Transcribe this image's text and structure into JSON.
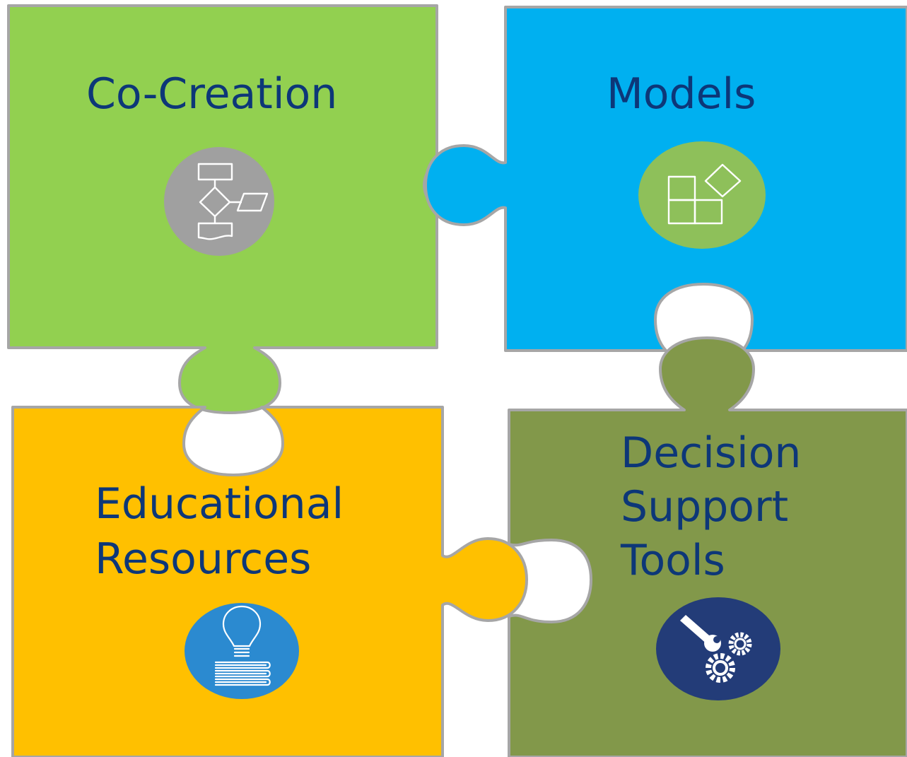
{
  "pieces": {
    "co_creation": {
      "label": "Co-Creation",
      "icon": "flowchart-icon",
      "color": "#92d050",
      "icon_bg": "#a0a0a0"
    },
    "models": {
      "label": "Models",
      "icon": "blocks-icon",
      "color": "#00b0f0",
      "icon_bg": "#8ec05a"
    },
    "educational_resources": {
      "label_lines": [
        "Educational",
        "Resources"
      ],
      "icon": "lightbulb-books-icon",
      "color": "#ffc000",
      "icon_bg": "#2b8ad0"
    },
    "decision_support_tools": {
      "label_lines": [
        "Decision",
        "Support",
        "Tools"
      ],
      "icon": "wrench-gears-icon",
      "color": "#82984a",
      "icon_bg": "#233c78"
    }
  },
  "colors": {
    "outline": "#a6a6a6",
    "label_text": "#0d3778"
  }
}
